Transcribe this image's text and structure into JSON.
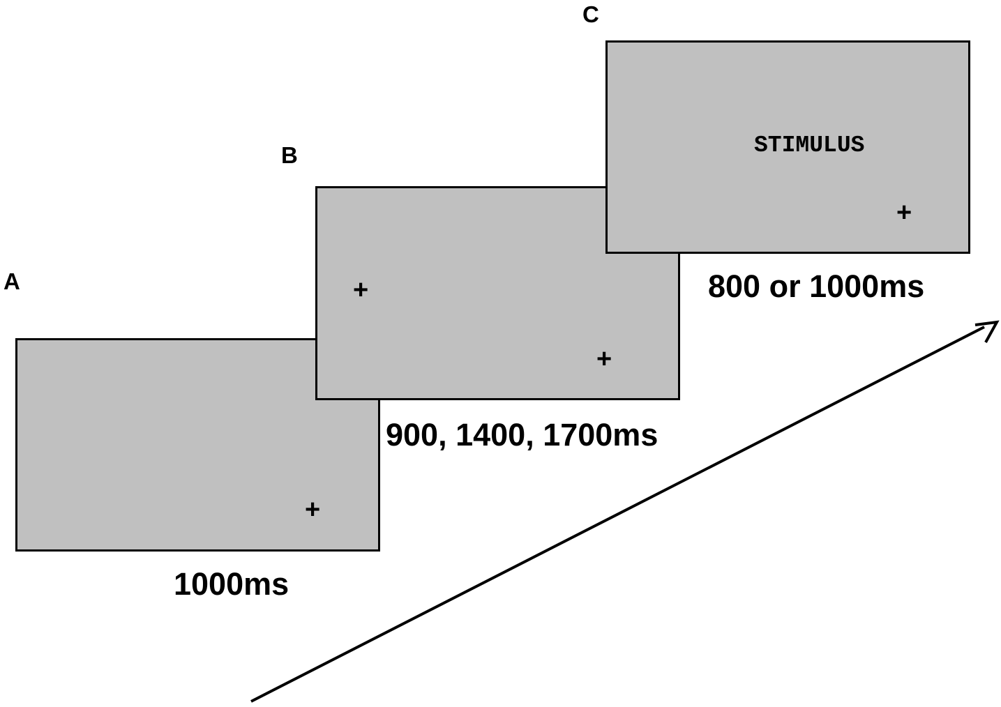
{
  "panels": {
    "a": {
      "letter": "A",
      "duration": "1000ms",
      "fixation": "+"
    },
    "b": {
      "letter": "B",
      "duration": "900, 1400, 1700ms",
      "fixation_left": "+",
      "fixation_right": "+"
    },
    "c": {
      "letter": "C",
      "duration": "800 or 1000ms",
      "stimulus": "STIMULUS",
      "fixation": "+"
    }
  },
  "colors": {
    "panel_fill": "#c0c0c0",
    "border": "#000000",
    "background": "#ffffff"
  },
  "icons": {
    "fixation": "plus-icon",
    "time_arrow": "arrow-icon"
  }
}
